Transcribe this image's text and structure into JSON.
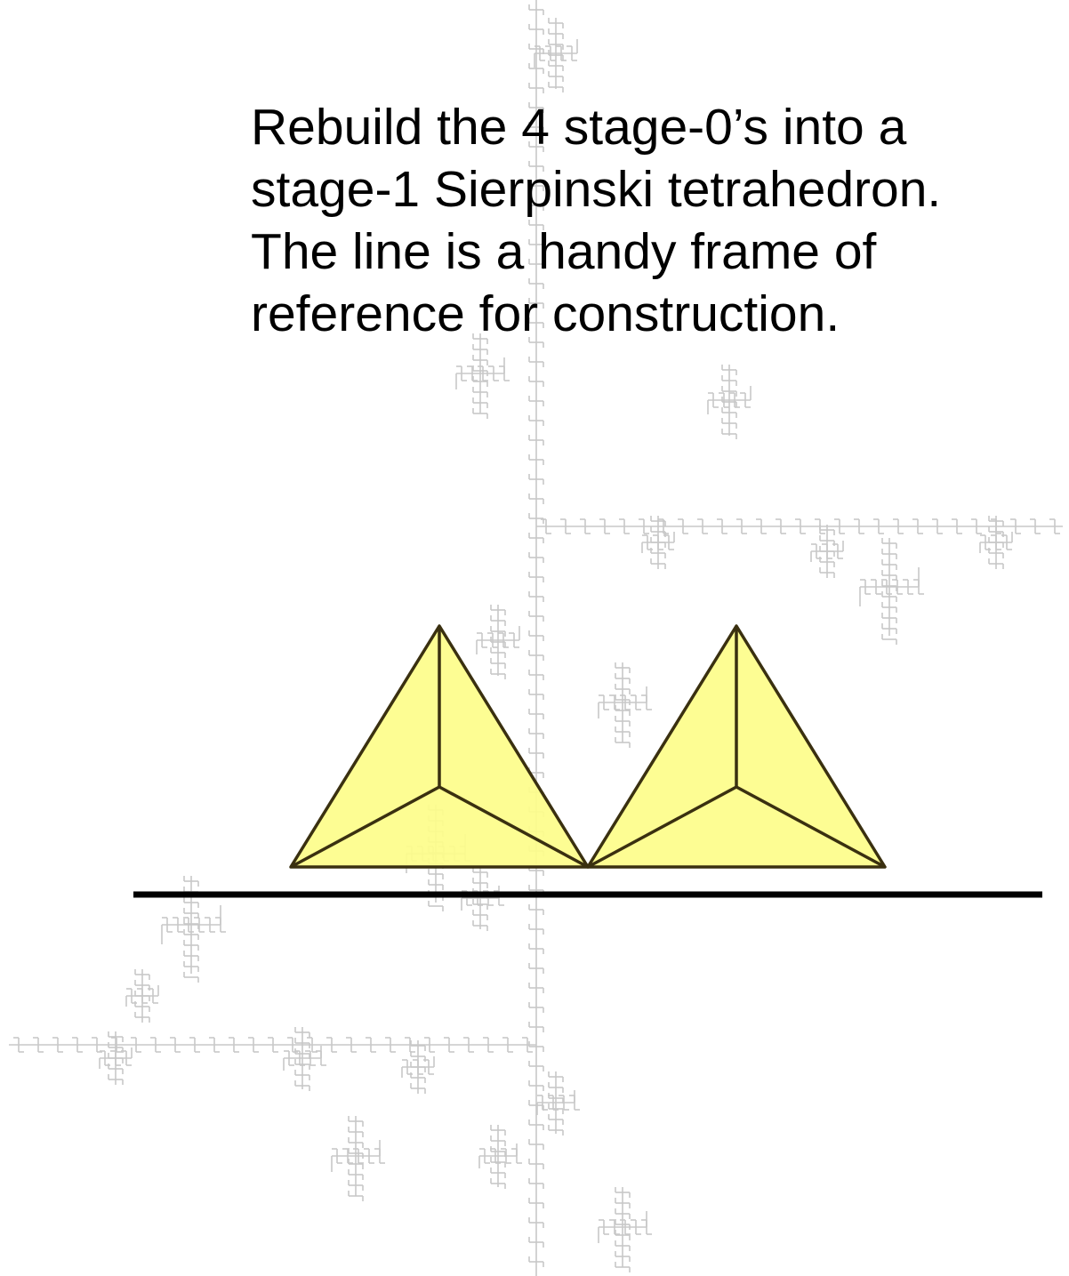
{
  "slide": {
    "caption_lines": [
      "Rebuild the 4 stage-0’s into a",
      "stage-1 Sierpinski tetrahedron.",
      "The line is a handy frame of",
      "reference for construction."
    ]
  },
  "background": {
    "motif": "fractal-watermark",
    "color": "#c8c8c8"
  },
  "colors": {
    "face_fill": "#fdfd8a",
    "edge_stroke": "#3a3010",
    "reference_line": "#000000"
  },
  "diagram": {
    "tetrahedra_count": 2
  }
}
